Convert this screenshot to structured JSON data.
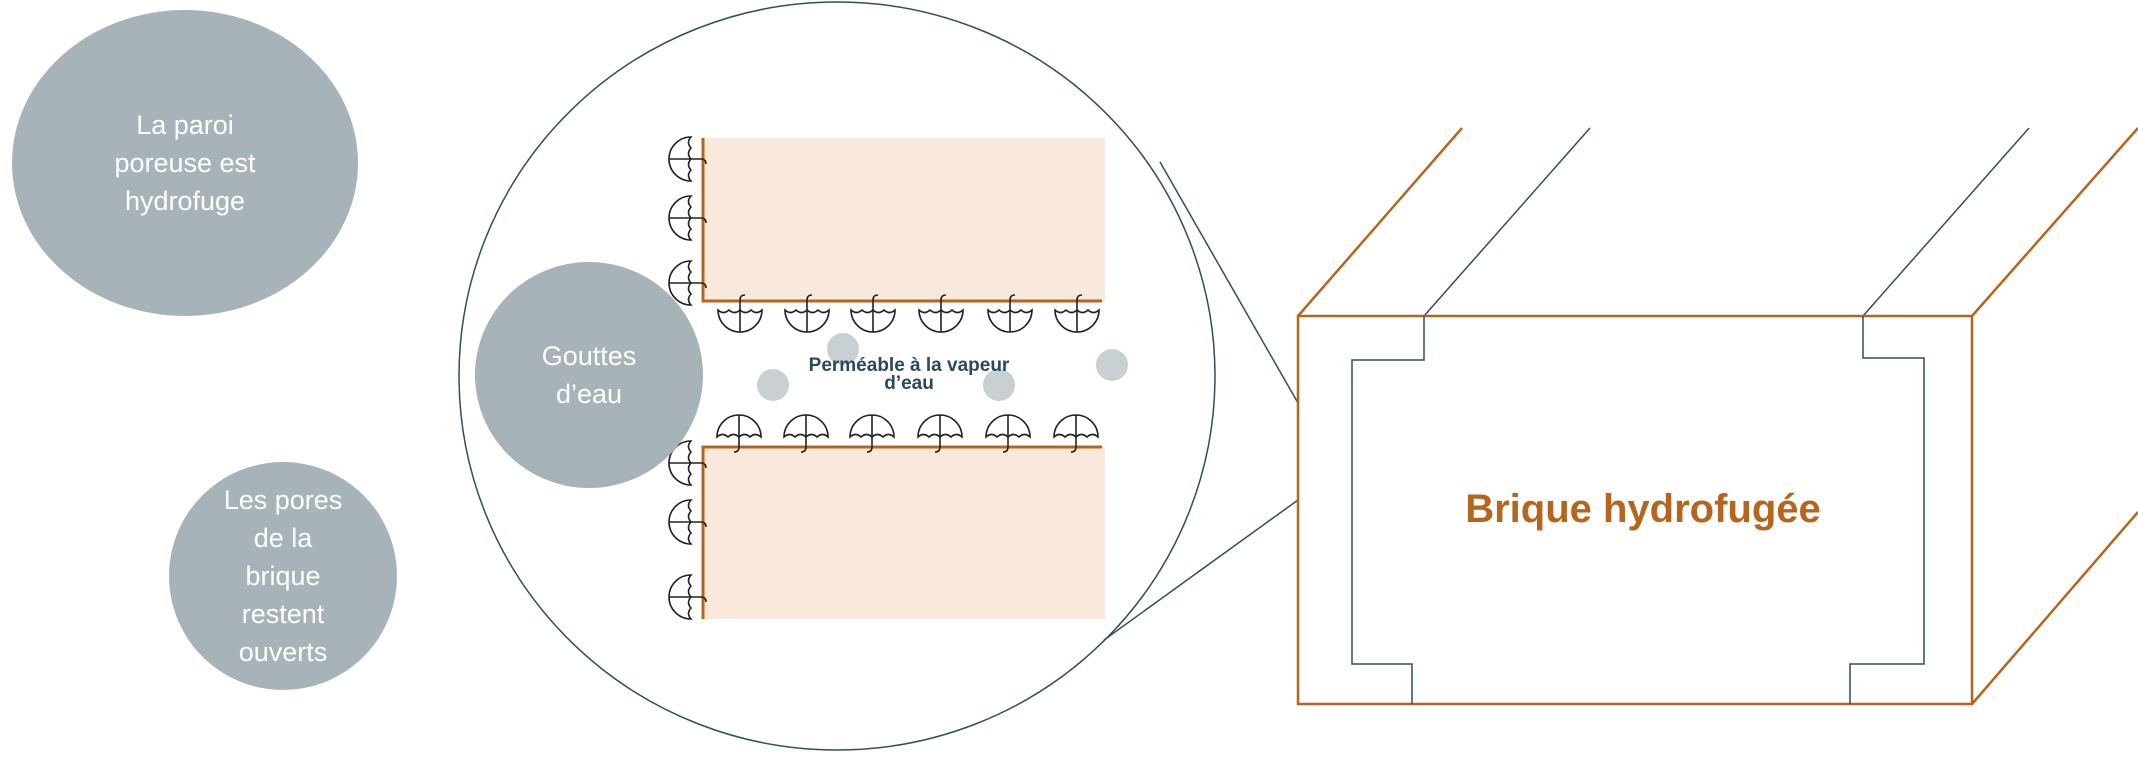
{
  "bubbles": {
    "porous_wall": "La paroi poreuse est hydrofuge",
    "water_drops": "Gouttes d’eau",
    "pores_open": "Les pores de la brique restent ouverts"
  },
  "pore": {
    "vapor_line1": "Perméable à la vapeur",
    "vapor_line2": "d’eau"
  },
  "brick": {
    "label": "Brique hydrofugée"
  },
  "colors": {
    "brick_orange": "#b5651d",
    "brick_fill": "#f9e9dc",
    "outline_teal": "#2f4f5f",
    "bubble_gray": "#a7b3b8",
    "vapor_text": "#2a4a5c"
  }
}
